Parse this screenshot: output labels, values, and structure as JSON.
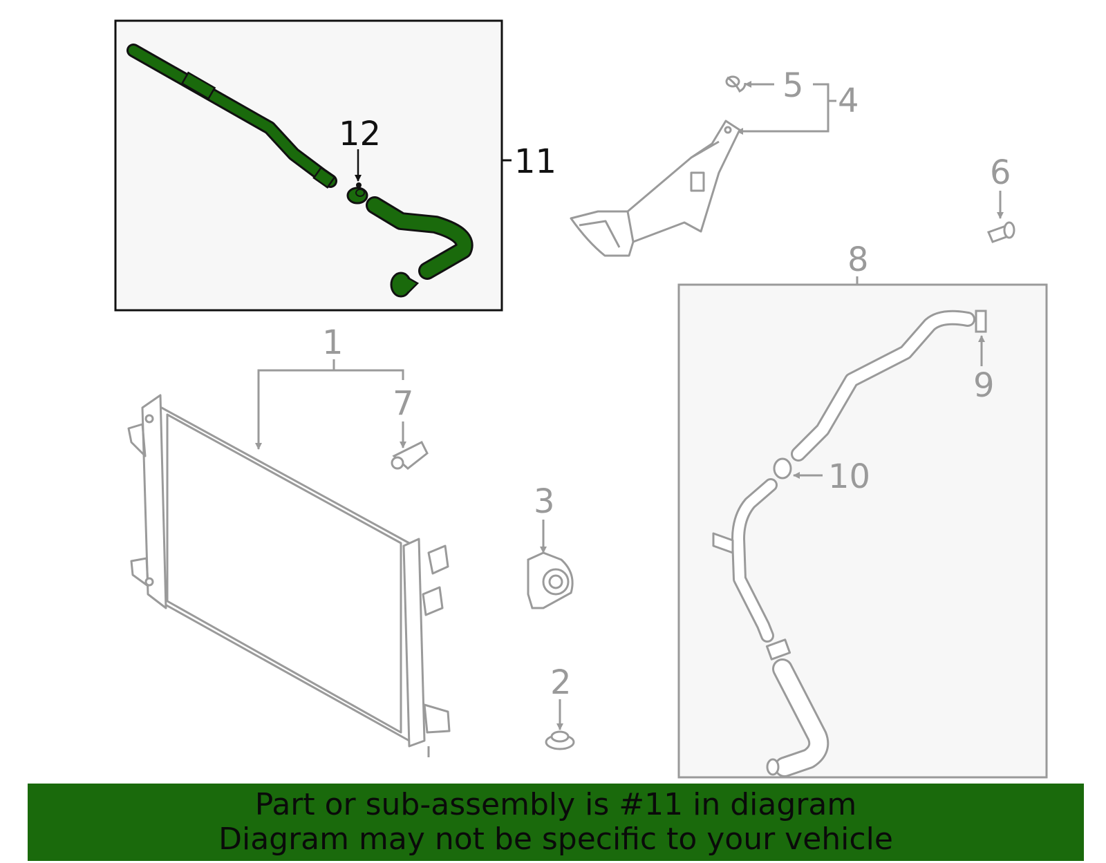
{
  "colors": {
    "highlight": "#1a6a0c",
    "line_gray": "#9a9a9a",
    "panel_fill": "#f7f7f7",
    "outline_dark": "#111111"
  },
  "callouts": {
    "c1": "1",
    "c2": "2",
    "c3": "3",
    "c4": "4",
    "c5": "5",
    "c6": "6",
    "c7": "7",
    "c8": "8",
    "c9": "9",
    "c10": "10",
    "c11": "11",
    "c12": "12"
  },
  "highlighted_part": "11",
  "footer": {
    "line1": "Part or sub-assembly is #11 in diagram",
    "line2": "Diagram may not be specific to your vehicle"
  }
}
